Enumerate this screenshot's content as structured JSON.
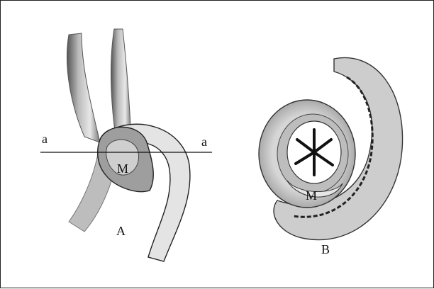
{
  "figure": {
    "panel_a": {
      "section_label_left": "a",
      "section_label_right": "a",
      "structure_label": "M",
      "panel_label": "A"
    },
    "panel_b": {
      "structure_label": "M",
      "panel_label": "B"
    }
  }
}
